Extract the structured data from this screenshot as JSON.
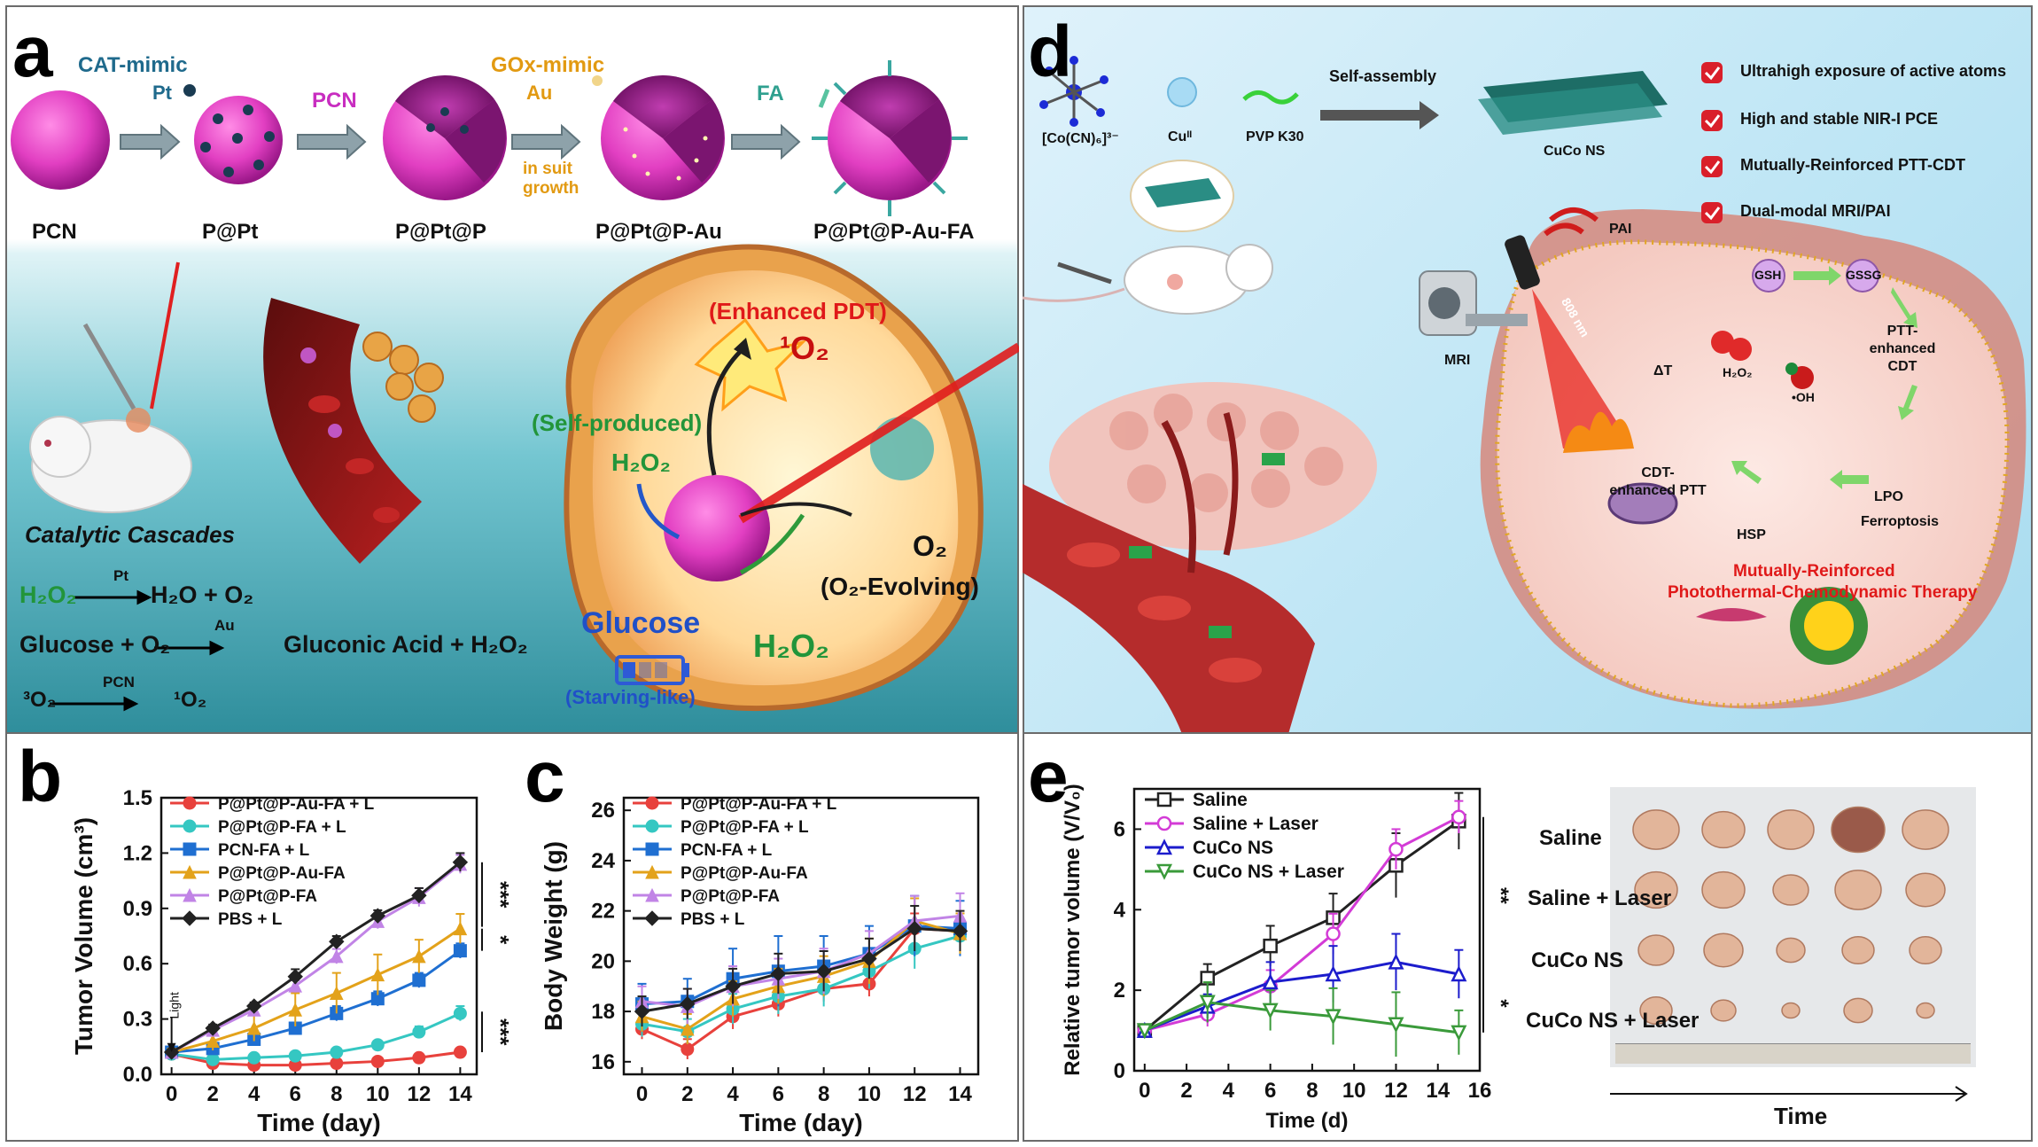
{
  "panel_letters": {
    "a": "a",
    "b": "b",
    "c": "c",
    "d": "d",
    "e": "e"
  },
  "panel_a": {
    "cat_mimic": "CAT-mimic",
    "pt": "Pt",
    "pcn_top": "PCN",
    "gox_mimic": "GOx-mimic",
    "au": "Au",
    "in_suit_growth": "in suit growth",
    "fa": "FA",
    "stages": [
      "PCN",
      "P@Pt",
      "P@Pt@P",
      "P@Pt@P-Au",
      "P@Pt@P-Au-FA"
    ],
    "enhanced_pdt": "(Enhanced PDT)",
    "singlet_o2": "¹O₂",
    "self_produced": "(Self-produced)",
    "h2o2_left": "H₂O₂",
    "o2_right": "O₂",
    "o2_evolving": "(O₂-Evolving)",
    "glucose": "Glucose",
    "starving": "(Starving-like)",
    "h2o2_bottom": "H₂O₂",
    "catalytic_cascades": "Catalytic Cascades",
    "reactions": [
      {
        "left": "H₂O₂",
        "cat": "Pt",
        "right": "H₂O + O₂"
      },
      {
        "left": "Glucose + O₂",
        "cat": "Au",
        "right": "Gluconic Acid + H₂O₂"
      },
      {
        "left": "³O₂",
        "cat": "PCN",
        "right": "¹O₂"
      }
    ]
  },
  "panel_d": {
    "reagents": [
      "[Co(CN)₆]³⁻",
      "Cuᴵᴵ",
      "PVP K30"
    ],
    "self_assembly": "Self-assembly",
    "product": "CuCo NS",
    "features": [
      "Ultrahigh exposure of active atoms",
      "High and stable NIR-I PCE",
      "Mutually-Reinforced  PTT-CDT",
      "Dual-modal MRI/PAI"
    ],
    "pai": "PAI",
    "mri": "MRI",
    "laser": "808 nm",
    "delta_t": "ΔT",
    "gsh": "GSH",
    "gssg": "GSSG",
    "h2o2": "H₂O₂",
    "oh": "•OH",
    "ptt_enhanced_cdt": "PTT-enhanced CDT",
    "cdt_enhanced_ptt": "CDT-enhanced PTT",
    "lpo": "LPO",
    "ferroptosis": "Ferroptosis",
    "hsp": "HSP",
    "therapy_title_1": "Mutually-Reinforced",
    "therapy_title_2": "Photothermal-Chemodynamic Therapy"
  },
  "panel_e_photo": {
    "rows": [
      "Saline",
      "Saline + Laser",
      "CuCo NS",
      "CuCo NS + Laser"
    ],
    "time_label": "Time"
  },
  "colors": {
    "red": "#e8413c",
    "cyan": "#35c7c2",
    "blue": "#1f6fd1",
    "orange": "#e3a21a",
    "violet": "#c184e6",
    "black": "#222222",
    "magenta": "#d33bd6",
    "green": "#3a9a3a",
    "navy": "#1c1ccc"
  },
  "chart_data": [
    {
      "panel": "b",
      "type": "line",
      "xlabel": "Time (day)",
      "ylabel": "Tumor Volume (cm³)",
      "xlim": [
        -0.5,
        14.8
      ],
      "ylim": [
        0,
        1.5
      ],
      "xticks": [
        0,
        2,
        4,
        6,
        8,
        10,
        12,
        14
      ],
      "yticks": [
        0.0,
        0.3,
        0.6,
        0.9,
        1.2,
        1.5
      ],
      "ytick_labels": [
        "0.0",
        "0.3",
        "0.6",
        "0.9",
        "1.2",
        "1.5"
      ],
      "x": [
        0,
        2,
        4,
        6,
        8,
        10,
        12,
        14
      ],
      "annotation": "Light",
      "significance": [
        "***",
        "*",
        "***"
      ],
      "series": [
        {
          "name": "P@Pt@P-Au-FA + L",
          "color": "#e8413c",
          "marker": "circle",
          "values": [
            0.11,
            0.06,
            0.05,
            0.05,
            0.06,
            0.07,
            0.09,
            0.12
          ],
          "err": [
            0.01,
            0.01,
            0.01,
            0.01,
            0.01,
            0.01,
            0.01,
            0.01
          ]
        },
        {
          "name": "P@Pt@P-FA + L",
          "color": "#35c7c2",
          "marker": "circle",
          "values": [
            0.11,
            0.08,
            0.09,
            0.1,
            0.12,
            0.16,
            0.23,
            0.33
          ],
          "err": [
            0.01,
            0.01,
            0.01,
            0.02,
            0.02,
            0.02,
            0.03,
            0.04
          ]
        },
        {
          "name": "PCN-FA + L",
          "color": "#1f6fd1",
          "marker": "square",
          "values": [
            0.12,
            0.14,
            0.19,
            0.25,
            0.33,
            0.41,
            0.51,
            0.67
          ],
          "err": [
            0.01,
            0.02,
            0.03,
            0.03,
            0.04,
            0.04,
            0.04,
            0.04
          ]
        },
        {
          "name": "P@Pt@P-Au-FA",
          "color": "#e3a21a",
          "marker": "triangle",
          "values": [
            0.12,
            0.18,
            0.25,
            0.35,
            0.44,
            0.54,
            0.64,
            0.79
          ],
          "err": [
            0.02,
            0.05,
            0.07,
            0.09,
            0.11,
            0.11,
            0.09,
            0.08
          ]
        },
        {
          "name": "P@Pt@P-FA",
          "color": "#c184e6",
          "marker": "triangle",
          "values": [
            0.12,
            0.24,
            0.35,
            0.48,
            0.64,
            0.83,
            0.96,
            1.14
          ],
          "err": [
            0.01,
            0.02,
            0.02,
            0.03,
            0.04,
            0.04,
            0.05,
            0.05
          ]
        },
        {
          "name": "PBS + L",
          "color": "#222222",
          "marker": "diamond",
          "values": [
            0.12,
            0.25,
            0.37,
            0.53,
            0.72,
            0.86,
            0.97,
            1.15
          ],
          "err": [
            0.01,
            0.02,
            0.02,
            0.04,
            0.03,
            0.03,
            0.04,
            0.05
          ]
        }
      ]
    },
    {
      "panel": "c",
      "type": "line",
      "xlabel": "Time (day)",
      "ylabel": "Body Weight (g)",
      "xlim": [
        -0.8,
        14.8
      ],
      "ylim": [
        15.5,
        26.5
      ],
      "xticks": [
        0,
        2,
        4,
        6,
        8,
        10,
        12,
        14
      ],
      "yticks": [
        16,
        18,
        20,
        22,
        24,
        26
      ],
      "x": [
        0,
        2,
        4,
        6,
        8,
        10,
        12,
        14
      ],
      "series": [
        {
          "name": "P@Pt@P-Au-FA + L",
          "color": "#e8413c",
          "marker": "circle",
          "values": [
            17.3,
            16.5,
            17.8,
            18.3,
            18.9,
            19.1,
            21.3,
            21.2
          ],
          "err": [
            0.4,
            0.4,
            0.5,
            0.5,
            0.5,
            0.5,
            0.6,
            0.5
          ]
        },
        {
          "name": "P@Pt@P-FA + L",
          "color": "#35c7c2",
          "marker": "circle",
          "values": [
            17.5,
            17.2,
            18.1,
            18.6,
            18.9,
            19.6,
            20.5,
            21.0
          ],
          "err": [
            0.5,
            0.5,
            0.6,
            0.7,
            0.7,
            0.7,
            0.8,
            0.6
          ]
        },
        {
          "name": "PCN-FA + L",
          "color": "#1f6fd1",
          "marker": "square",
          "values": [
            18.3,
            18.4,
            19.3,
            19.6,
            19.8,
            20.3,
            21.4,
            21.3
          ],
          "err": [
            0.8,
            0.9,
            1.2,
            1.4,
            1.2,
            1.1,
            1.2,
            1.1
          ]
        },
        {
          "name": "P@Pt@P-Au-FA",
          "color": "#e3a21a",
          "marker": "triangle",
          "values": [
            17.8,
            17.3,
            18.5,
            19.0,
            19.4,
            20.0,
            21.6,
            21.1
          ],
          "err": [
            0.6,
            0.6,
            0.7,
            0.7,
            0.8,
            0.9,
            0.9,
            0.8
          ]
        },
        {
          "name": "P@Pt@P-FA",
          "color": "#c184e6",
          "marker": "triangle",
          "values": [
            18.4,
            18.2,
            19.0,
            19.3,
            19.6,
            20.3,
            21.6,
            21.8
          ],
          "err": [
            0.6,
            0.7,
            0.8,
            0.8,
            0.9,
            0.9,
            1.0,
            0.9
          ]
        },
        {
          "name": "PBS + L",
          "color": "#222222",
          "marker": "diamond",
          "values": [
            18.0,
            18.3,
            19.0,
            19.5,
            19.6,
            20.1,
            21.3,
            21.2
          ],
          "err": [
            0.6,
            0.6,
            0.7,
            0.8,
            0.8,
            0.8,
            0.9,
            0.8
          ]
        }
      ]
    },
    {
      "panel": "e",
      "type": "line",
      "xlabel": "Time (d)",
      "ylabel": "Relative tumor volume (V/V₀)",
      "xlim": [
        -0.5,
        16
      ],
      "ylim": [
        0,
        7
      ],
      "xticks": [
        0,
        2,
        4,
        6,
        8,
        10,
        12,
        14,
        16
      ],
      "yticks": [
        0,
        2,
        4,
        6
      ],
      "x": [
        0,
        3,
        6,
        9,
        12,
        15
      ],
      "significance": [
        "**",
        "*"
      ],
      "series": [
        {
          "name": "Saline",
          "color": "#222222",
          "marker": "open-square",
          "values": [
            1.0,
            2.3,
            3.1,
            3.8,
            5.1,
            6.2
          ],
          "err": [
            0.05,
            0.35,
            0.5,
            0.6,
            0.8,
            0.7
          ]
        },
        {
          "name": "Saline + Laser",
          "color": "#d33bd6",
          "marker": "open-circle",
          "values": [
            1.0,
            1.4,
            2.1,
            3.4,
            5.5,
            6.3
          ],
          "err": [
            0.05,
            0.3,
            0.4,
            0.5,
            0.5,
            0.4
          ]
        },
        {
          "name": "CuCo NS",
          "color": "#1c1ccc",
          "marker": "open-triangle",
          "values": [
            1.0,
            1.6,
            2.2,
            2.4,
            2.7,
            2.4
          ],
          "err": [
            0.05,
            0.3,
            0.5,
            0.7,
            0.7,
            0.6
          ]
        },
        {
          "name": "CuCo NS + Laser",
          "color": "#3a9a3a",
          "marker": "open-triangle-down",
          "values": [
            1.0,
            1.7,
            1.5,
            1.35,
            1.15,
            0.95
          ],
          "err": [
            0.05,
            0.5,
            0.5,
            0.7,
            0.8,
            0.55
          ]
        }
      ]
    }
  ]
}
